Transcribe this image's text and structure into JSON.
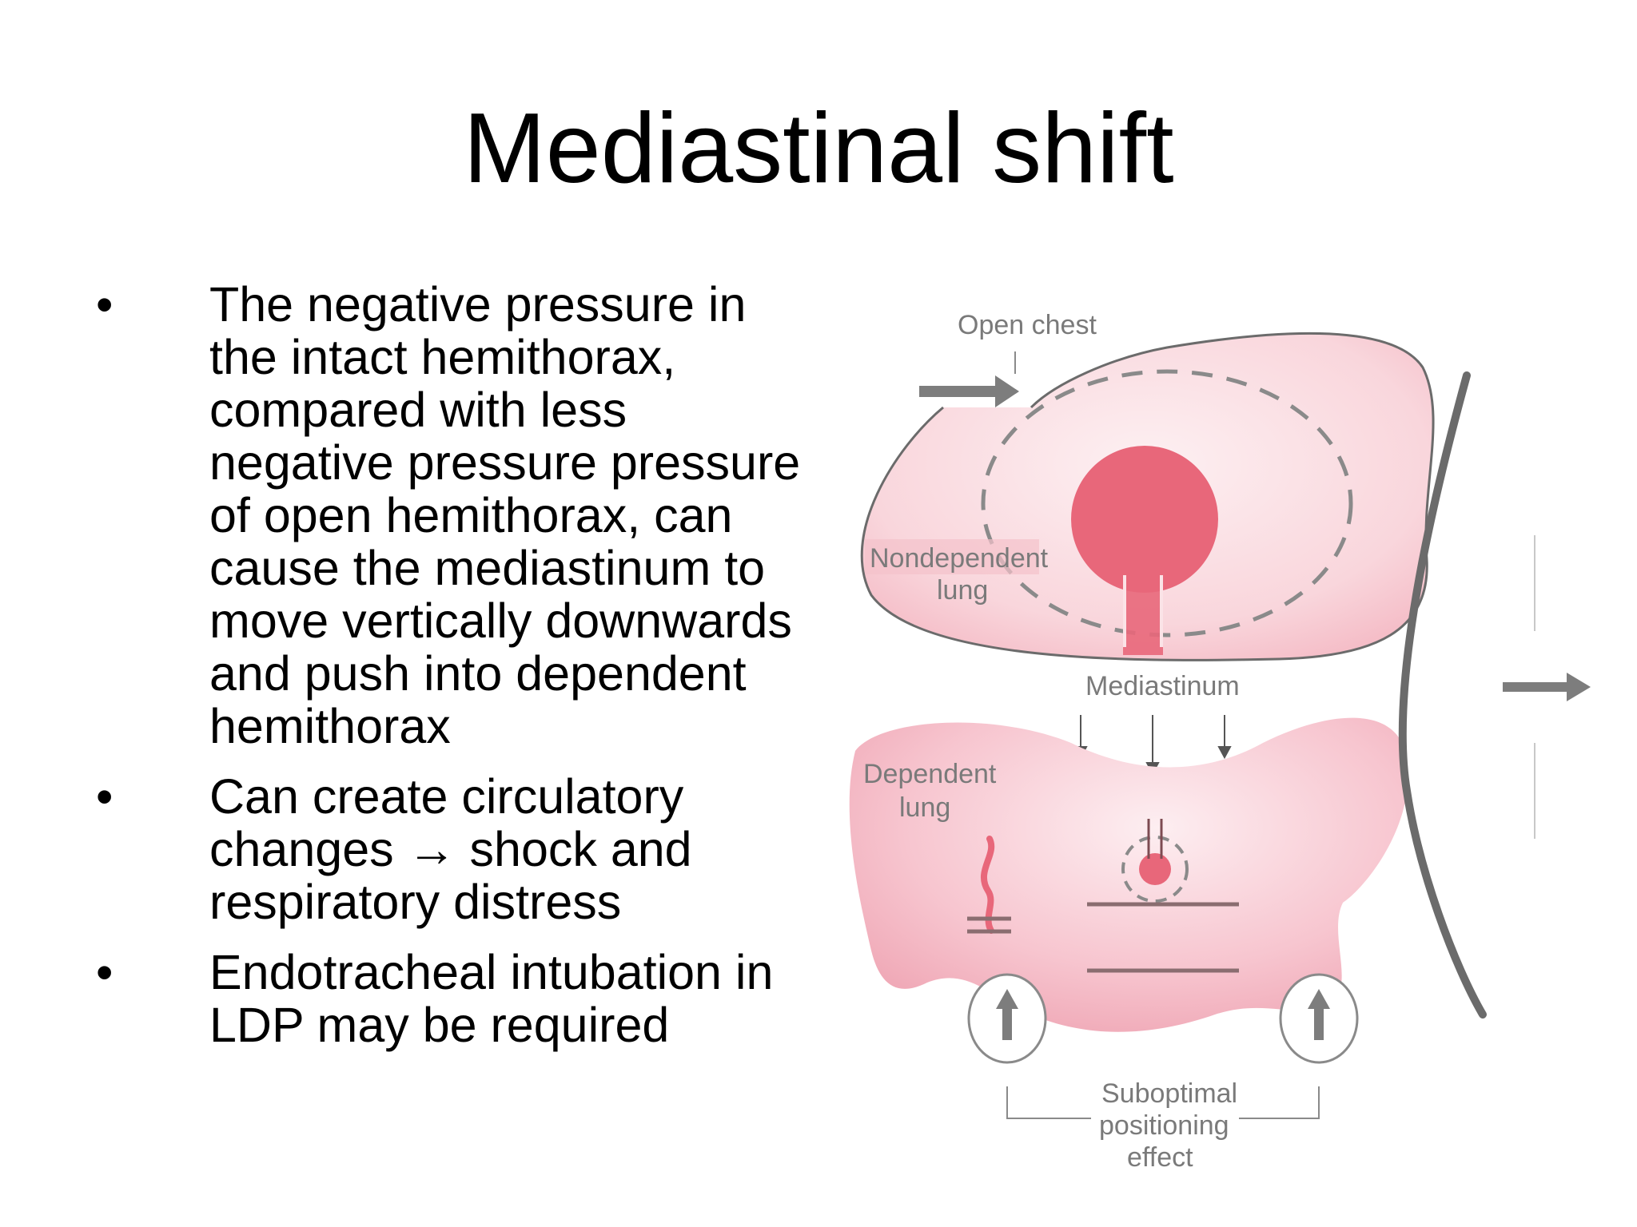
{
  "slide": {
    "title": "Mediastinal shift",
    "bullets": [
      "The negative pressure in the intact hemithorax, compared with less negative pressure pressure of open hemithorax, can cause the mediastinum to move vertically downwards and push into dependent hemithorax",
      "Can create circulatory changes → shock and respiratory distress",
      "Endotracheal intubation in LDP may be required"
    ],
    "bullet_symbol": "•"
  },
  "diagram": {
    "labels": {
      "open_chest": "Open chest",
      "nondependent_line1": "Nondependent",
      "nondependent_line2": "lung",
      "mediastinum": "Mediastinum",
      "dependent_line1": "Dependent",
      "dependent_line2": "lung",
      "suboptimal_line1": "Suboptimal",
      "suboptimal_line2": "positioning",
      "suboptimal_line3": "effect"
    },
    "colors": {
      "lung_pink": "#f7c9d1",
      "mediastinum_red": "#e8677a",
      "outline_gray": "#6b6b6b",
      "arrow_gray": "#7d7d7d"
    }
  }
}
